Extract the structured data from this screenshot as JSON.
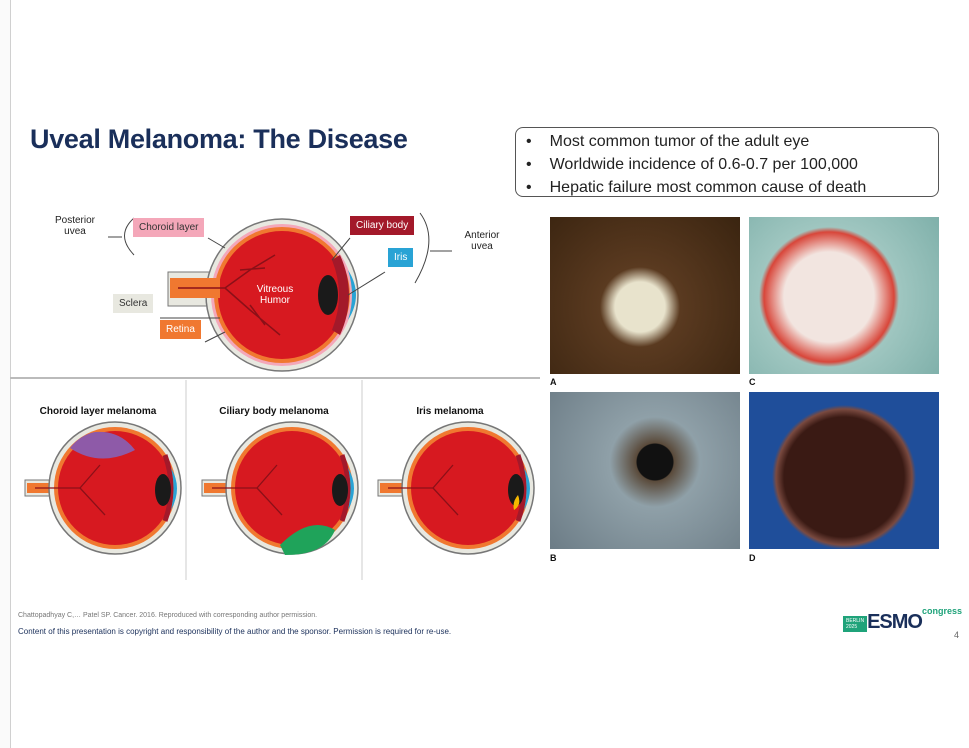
{
  "title": "Uveal Melanoma: The Disease",
  "bullets": [
    "Most common tumor of the adult eye",
    "Worldwide incidence of 0.6-0.7 per 100,000",
    "Hepatic failure most common cause of death"
  ],
  "diagram": {
    "posterior_uvea": "Posterior uvea",
    "anterior_uvea": "Anterior uvea",
    "choroid": "Choroid layer",
    "ciliary": "Ciliary body",
    "iris": "Iris",
    "sclera": "Sclera",
    "retina": "Retina",
    "vitreous": "Vitreous Humor",
    "panels": [
      "Choroid layer melanoma",
      "Ciliary body melanoma",
      "Iris melanoma"
    ]
  },
  "photos": [
    "A",
    "B",
    "C",
    "D"
  ],
  "citation": "Chattopadhyay C,… Patel SP. Cancer. 2016. Reproduced with corresponding author permission.",
  "copyright": "Content of this presentation is copyright and responsibility of the author and the sponsor. Permission is required for re-use.",
  "logo": {
    "city": "BERLIN",
    "year": "2025",
    "brand": "ESMO",
    "suffix": "congress"
  },
  "page_number": "4",
  "colors": {
    "title": "#1a2f5a",
    "eye_red": "#d71920",
    "retina": "#f07830",
    "choroid": "#f4a7b9",
    "ciliary": "#a3192a",
    "iris": "#29a3d5"
  }
}
